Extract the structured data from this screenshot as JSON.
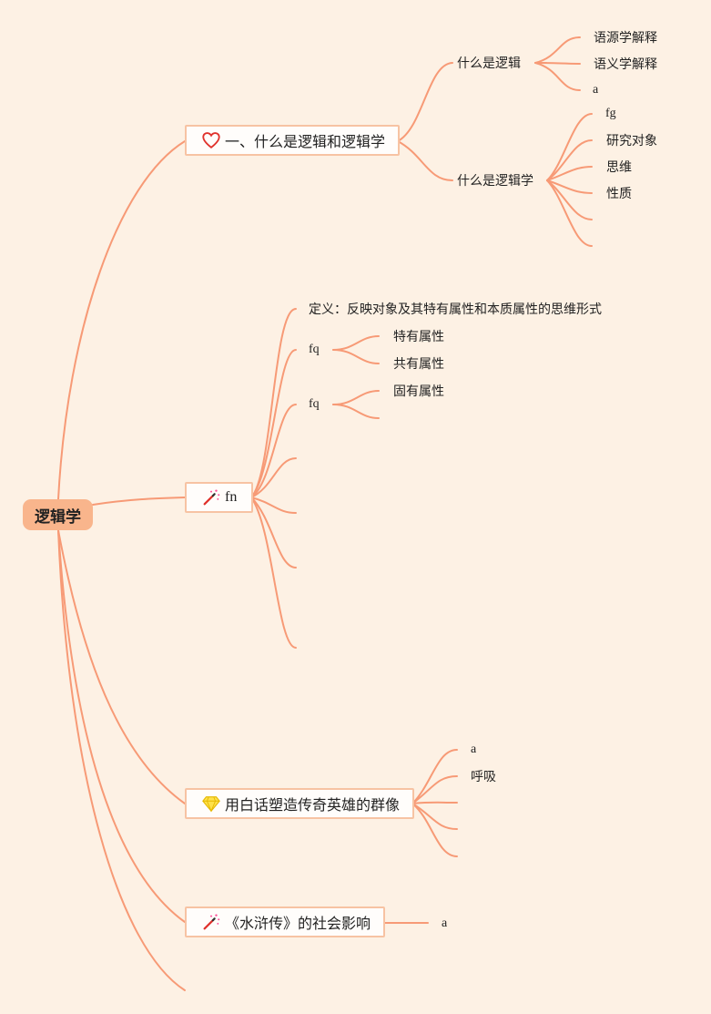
{
  "root": {
    "label": "逻辑学"
  },
  "topics": {
    "t1": {
      "label": "一、什么是逻辑和逻辑学",
      "icon": "heart-icon"
    },
    "t2": {
      "label": "fn",
      "icon": "magic-wand-icon"
    },
    "t3": {
      "label": "用白话塑造传奇英雄的群像",
      "icon": "diamond-icon"
    },
    "t4": {
      "label": "《水浒传》的社会影响",
      "icon": "magic-wand-icon"
    }
  },
  "sub": {
    "what_is_logic": "什么是逻辑",
    "what_is_logic_items": [
      "语源学解释",
      "语义学解释",
      "a"
    ],
    "what_is_logic_study": "什么是逻辑学",
    "what_is_logic_study_items": [
      "fg",
      "研究对象",
      "思维",
      "性质",
      "",
      ""
    ],
    "definition": "定义：反映对象及其特有属性和本质属性的思维形式",
    "fq1": "fq",
    "fq1_items": [
      "特有属性",
      "共有属性"
    ],
    "fq2": "fq",
    "fq2_items": [
      "固有属性",
      ""
    ],
    "t3_items": [
      "a",
      "呼吸",
      "",
      "",
      ""
    ],
    "t4_items": [
      "a"
    ]
  },
  "colors": {
    "background": "#fdf1e4",
    "line": "#f79a76",
    "root_fill": "#f9b58c",
    "topic_border": "#f7c3a3",
    "topic_fill": "#fffdfb"
  }
}
